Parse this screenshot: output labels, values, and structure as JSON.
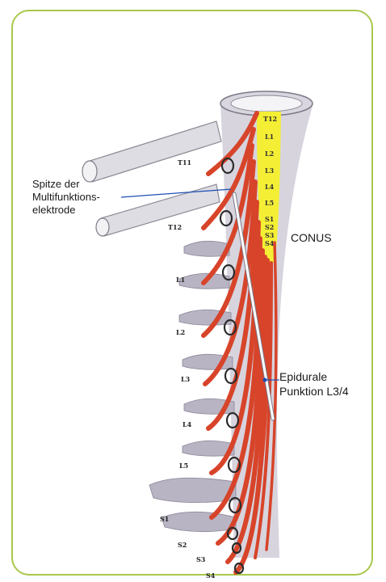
{
  "figure": {
    "colors": {
      "frame_border": "#a8c84a",
      "nerve": "#d7442a",
      "conus": "#f4ef34",
      "bone": "#b9b4c4",
      "needle": "#ffffff"
    },
    "annotations": {
      "tip_line1": "Spitze der",
      "tip_line2": "Multifunktions-",
      "tip_line3": "elektrode",
      "conus": "CONUS",
      "epidural_line1": "Epidurale",
      "epidural_line2": "Punktion L3/4"
    },
    "root_labels": [
      "T11",
      "T12",
      "L1",
      "L2",
      "L3",
      "L4",
      "L5",
      "S1",
      "S2",
      "S3",
      "S4"
    ],
    "conus_labels": [
      "T12",
      "L1",
      "L2",
      "L3",
      "L4",
      "L5",
      "S1",
      "S2",
      "S3",
      "S4"
    ]
  }
}
